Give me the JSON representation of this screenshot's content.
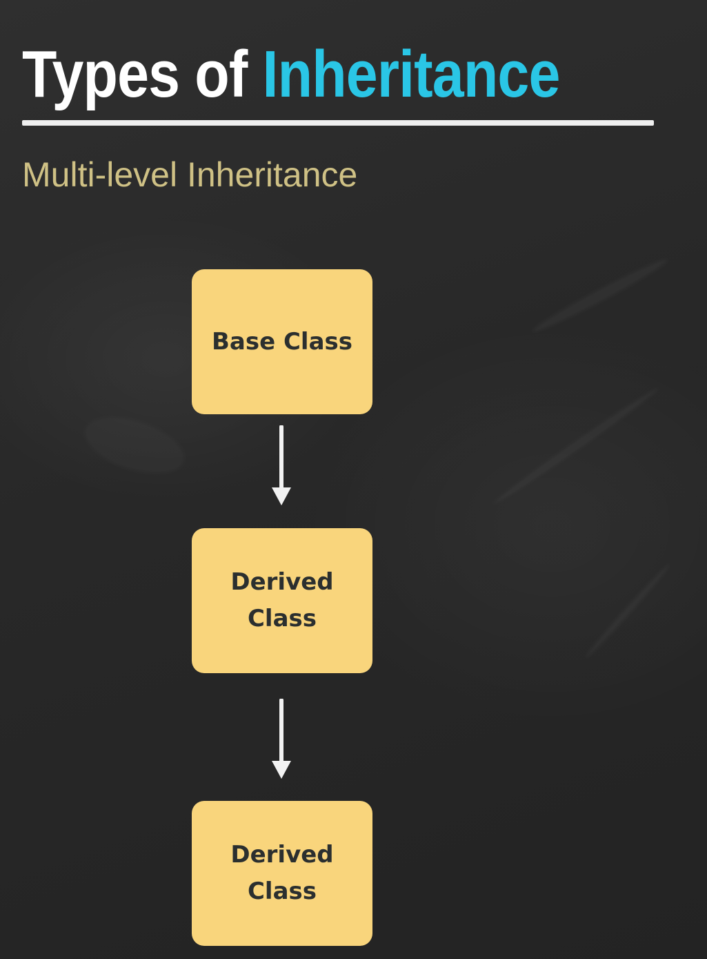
{
  "slide": {
    "title_main": "Types of ",
    "title_accent": "Inheritance",
    "subtitle": "Multi-level Inheritance"
  },
  "diagram": {
    "nodes": [
      {
        "label": "Base Class"
      },
      {
        "label": "Derived Class"
      },
      {
        "label": "Derived Class"
      }
    ],
    "edges": [
      {
        "from": 0,
        "to": 1,
        "icon": "down-arrow-icon"
      },
      {
        "from": 1,
        "to": 2,
        "icon": "down-arrow-icon"
      }
    ]
  },
  "colors": {
    "background": "#2a2a2a",
    "title": "#ffffff",
    "accent": "#2ac6e6",
    "subtitle": "#cfc185",
    "box_fill": "#f9d57c",
    "box_text": "#2b2f2f",
    "arrow": "#f2f2f2"
  }
}
